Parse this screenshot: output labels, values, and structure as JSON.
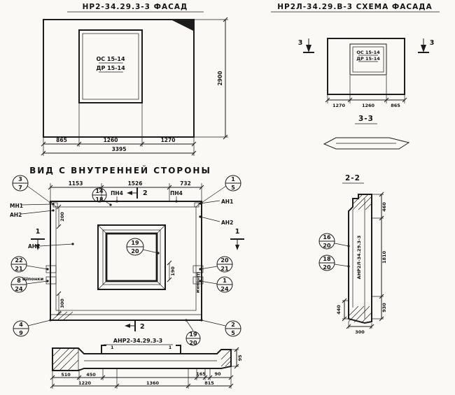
{
  "facade": {
    "title": "НР2-34.29.3-3   ФАСАД",
    "window_line1": "ОС 15-14",
    "window_line2": "ДР 15-14",
    "dim1": "865",
    "dim2": "1260",
    "dim3": "1270",
    "dim_total": "3395",
    "dim_height": "2900"
  },
  "schema": {
    "title": "НР2Л-34.29.В-3   СХЕМА ФАСАДА",
    "window_line1": "ОС 15-14",
    "window_line2": "ДР 15-14",
    "marker_left": "3",
    "marker_right": "3",
    "dim1": "1270",
    "dim2": "1260",
    "dim3": "865",
    "section_label": "3-3"
  },
  "inner": {
    "title": "ВИД С ВНУТРЕННЕЙ СТОРОНЫ",
    "dim1": "1153",
    "dim2": "1526",
    "dim3": "732",
    "dim_v200": "200",
    "dim_v300": "300",
    "dim_v190": "190",
    "label_mn1": "МН1",
    "label_an1": "АН1",
    "label_an2_a": "АН2",
    "label_an2_b": "АН2",
    "label_an2_c": "АН2",
    "label_pn4_a": "ПН4",
    "label_pn4_b": "ПН4",
    "label_shponki_left": "Шпонки",
    "label_shponki_right": "Шпонки",
    "marker_sec1_left": "1",
    "marker_sec1_right": "1",
    "marker_sec2_top": "2",
    "marker_sec2_bottom": "2",
    "callout_tl_top": "3",
    "callout_tl_bot": "7",
    "callout_tm_top": "14",
    "callout_tm_bot": "18",
    "callout_tr_top": "1",
    "callout_tr_bot": "5",
    "callout_c_top": "19",
    "callout_c_bot": "20",
    "callout_l1_top": "22",
    "callout_l1_bot": "21",
    "callout_l2_top": "8",
    "callout_l2_bot": "24",
    "callout_r1_top": "20",
    "callout_r1_bot": "21",
    "callout_r2_top": "1",
    "callout_r2_bot": "24",
    "callout_bl_top": "4",
    "callout_bl_bot": "9",
    "callout_br_top": "2",
    "callout_br_bot": "5",
    "callout_bc_top": "19",
    "callout_bc_bot": "20"
  },
  "plan_section": {
    "title": "АНР2-34.29.3-3",
    "flag_left": "1",
    "flag_right": "1",
    "dim_510": "510",
    "dim_450": "450",
    "dim_165": "165",
    "dim_90": "90",
    "dim_1220": "1220",
    "dim_1360": "1360",
    "dim_815": "815",
    "dim_95": "95"
  },
  "side_section": {
    "label": "2-2",
    "mark": "АНР2Л-34.29.3-3",
    "callout_a_top": "16",
    "callout_a_bot": "20",
    "callout_b_top": "18",
    "callout_b_bot": "20",
    "dim_460": "460",
    "dim_1810": "1810",
    "dim_930": "930",
    "dim_440": "440",
    "dim_300": "300"
  }
}
